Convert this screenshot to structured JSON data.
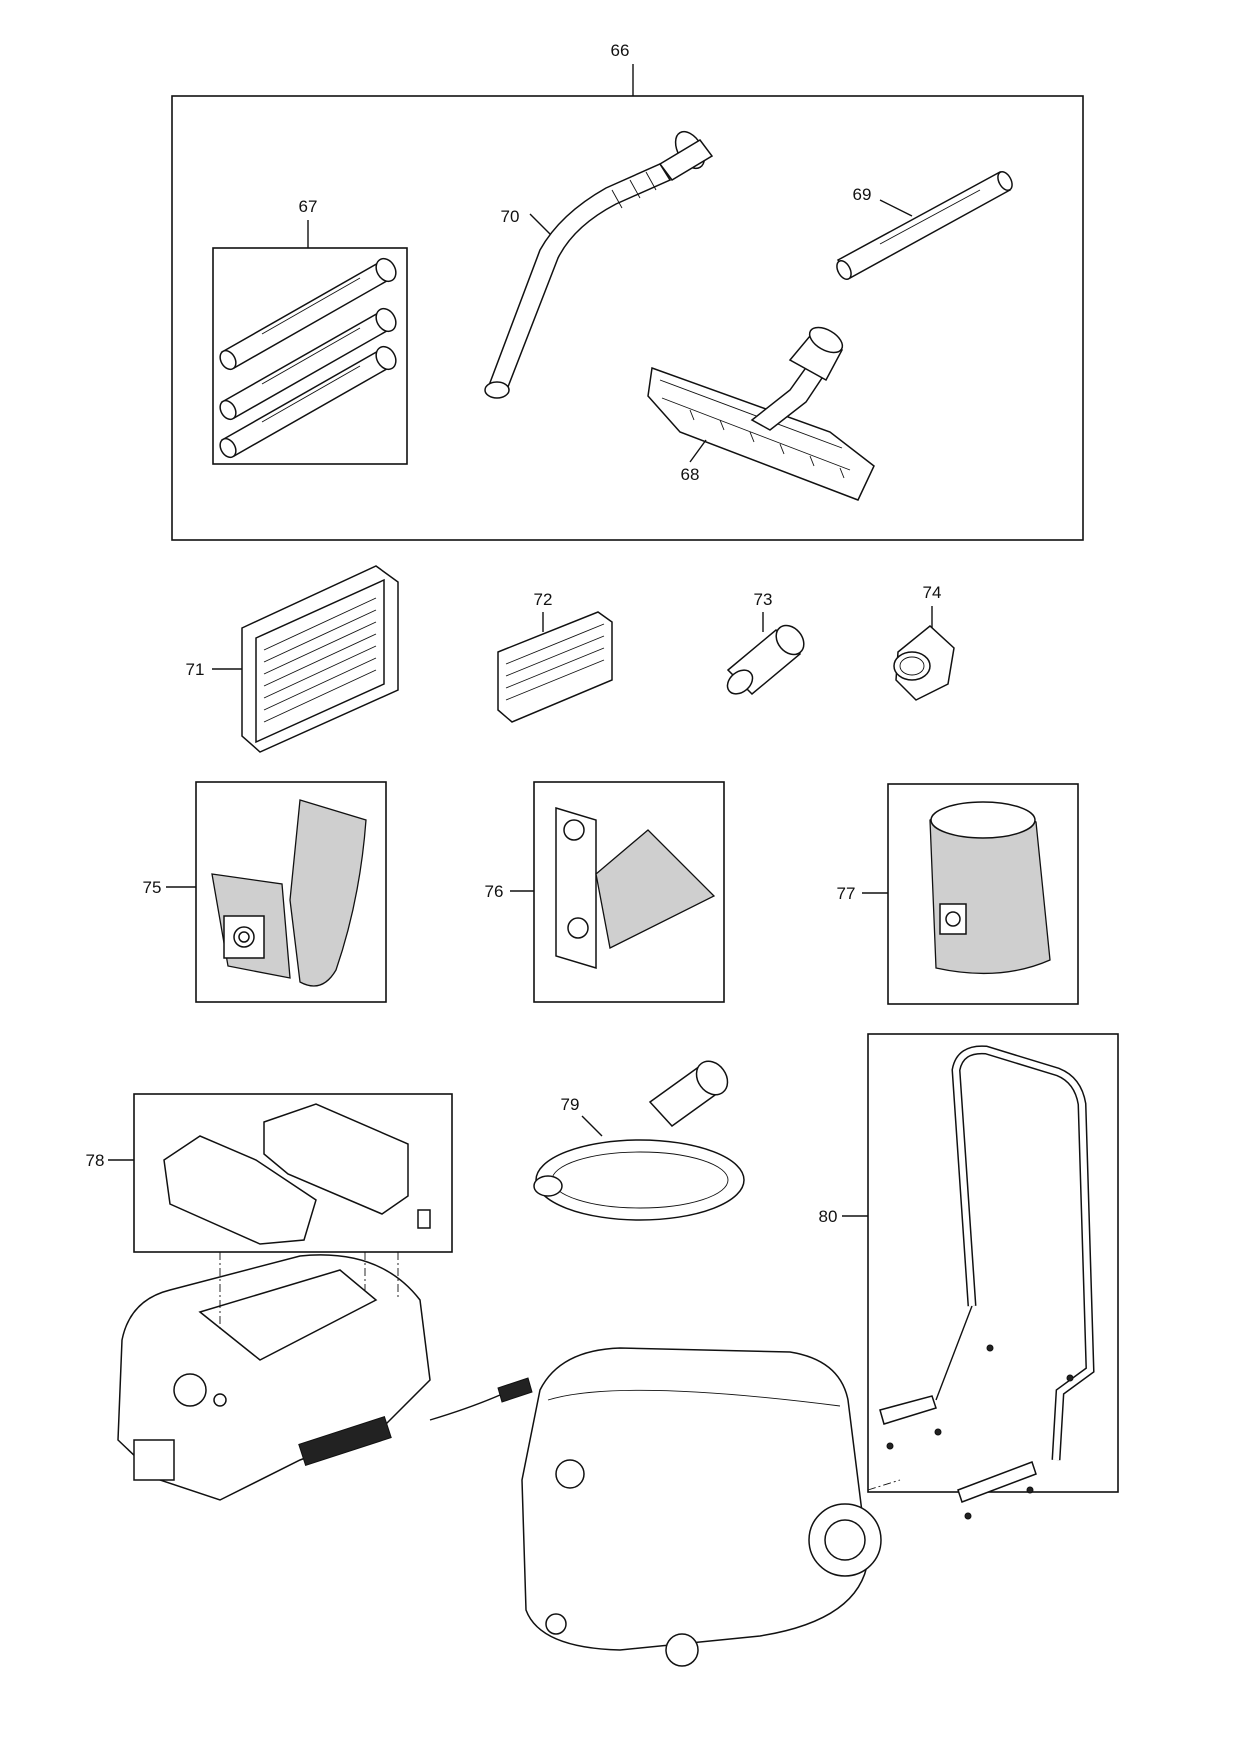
{
  "callouts": {
    "p66": "66",
    "p67": "67",
    "p68": "68",
    "p69": "69",
    "p70": "70",
    "p71": "71",
    "p72": "72",
    "p73": "73",
    "p74": "74",
    "p75": "75",
    "p76": "76",
    "p77": "77",
    "p78": "78",
    "p79": "79",
    "p80": "80"
  }
}
